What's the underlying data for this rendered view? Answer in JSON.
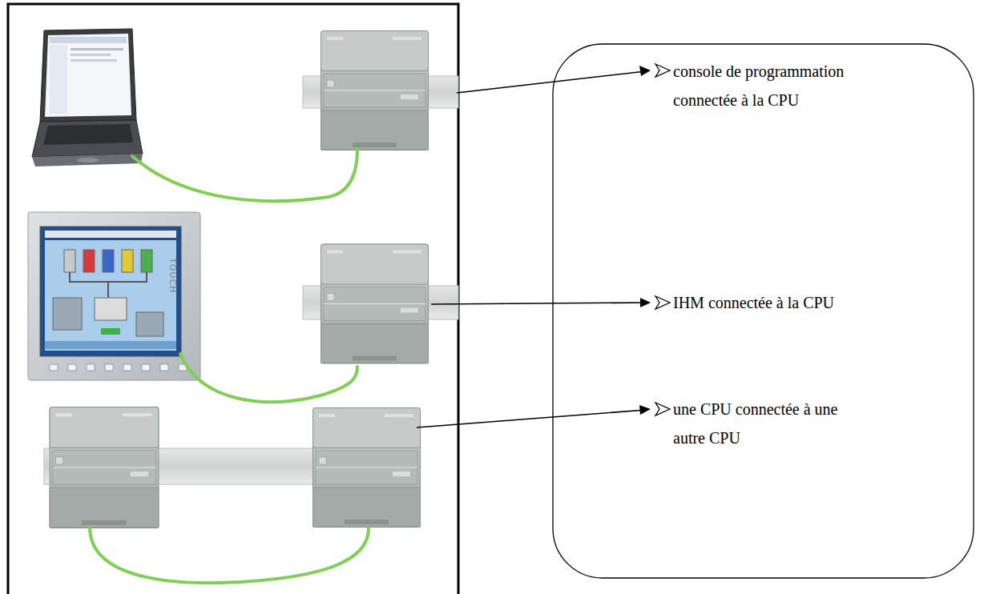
{
  "diagram": {
    "nodes": [
      {
        "text": [
          "console de programmation connectée à la CPU",
          "IHM connectée à la CPU",
          "une CPU connectée à une autre CPU"
        ]
      }
    ],
    "labels": [
      "TOUCH"
    ]
  }
}
